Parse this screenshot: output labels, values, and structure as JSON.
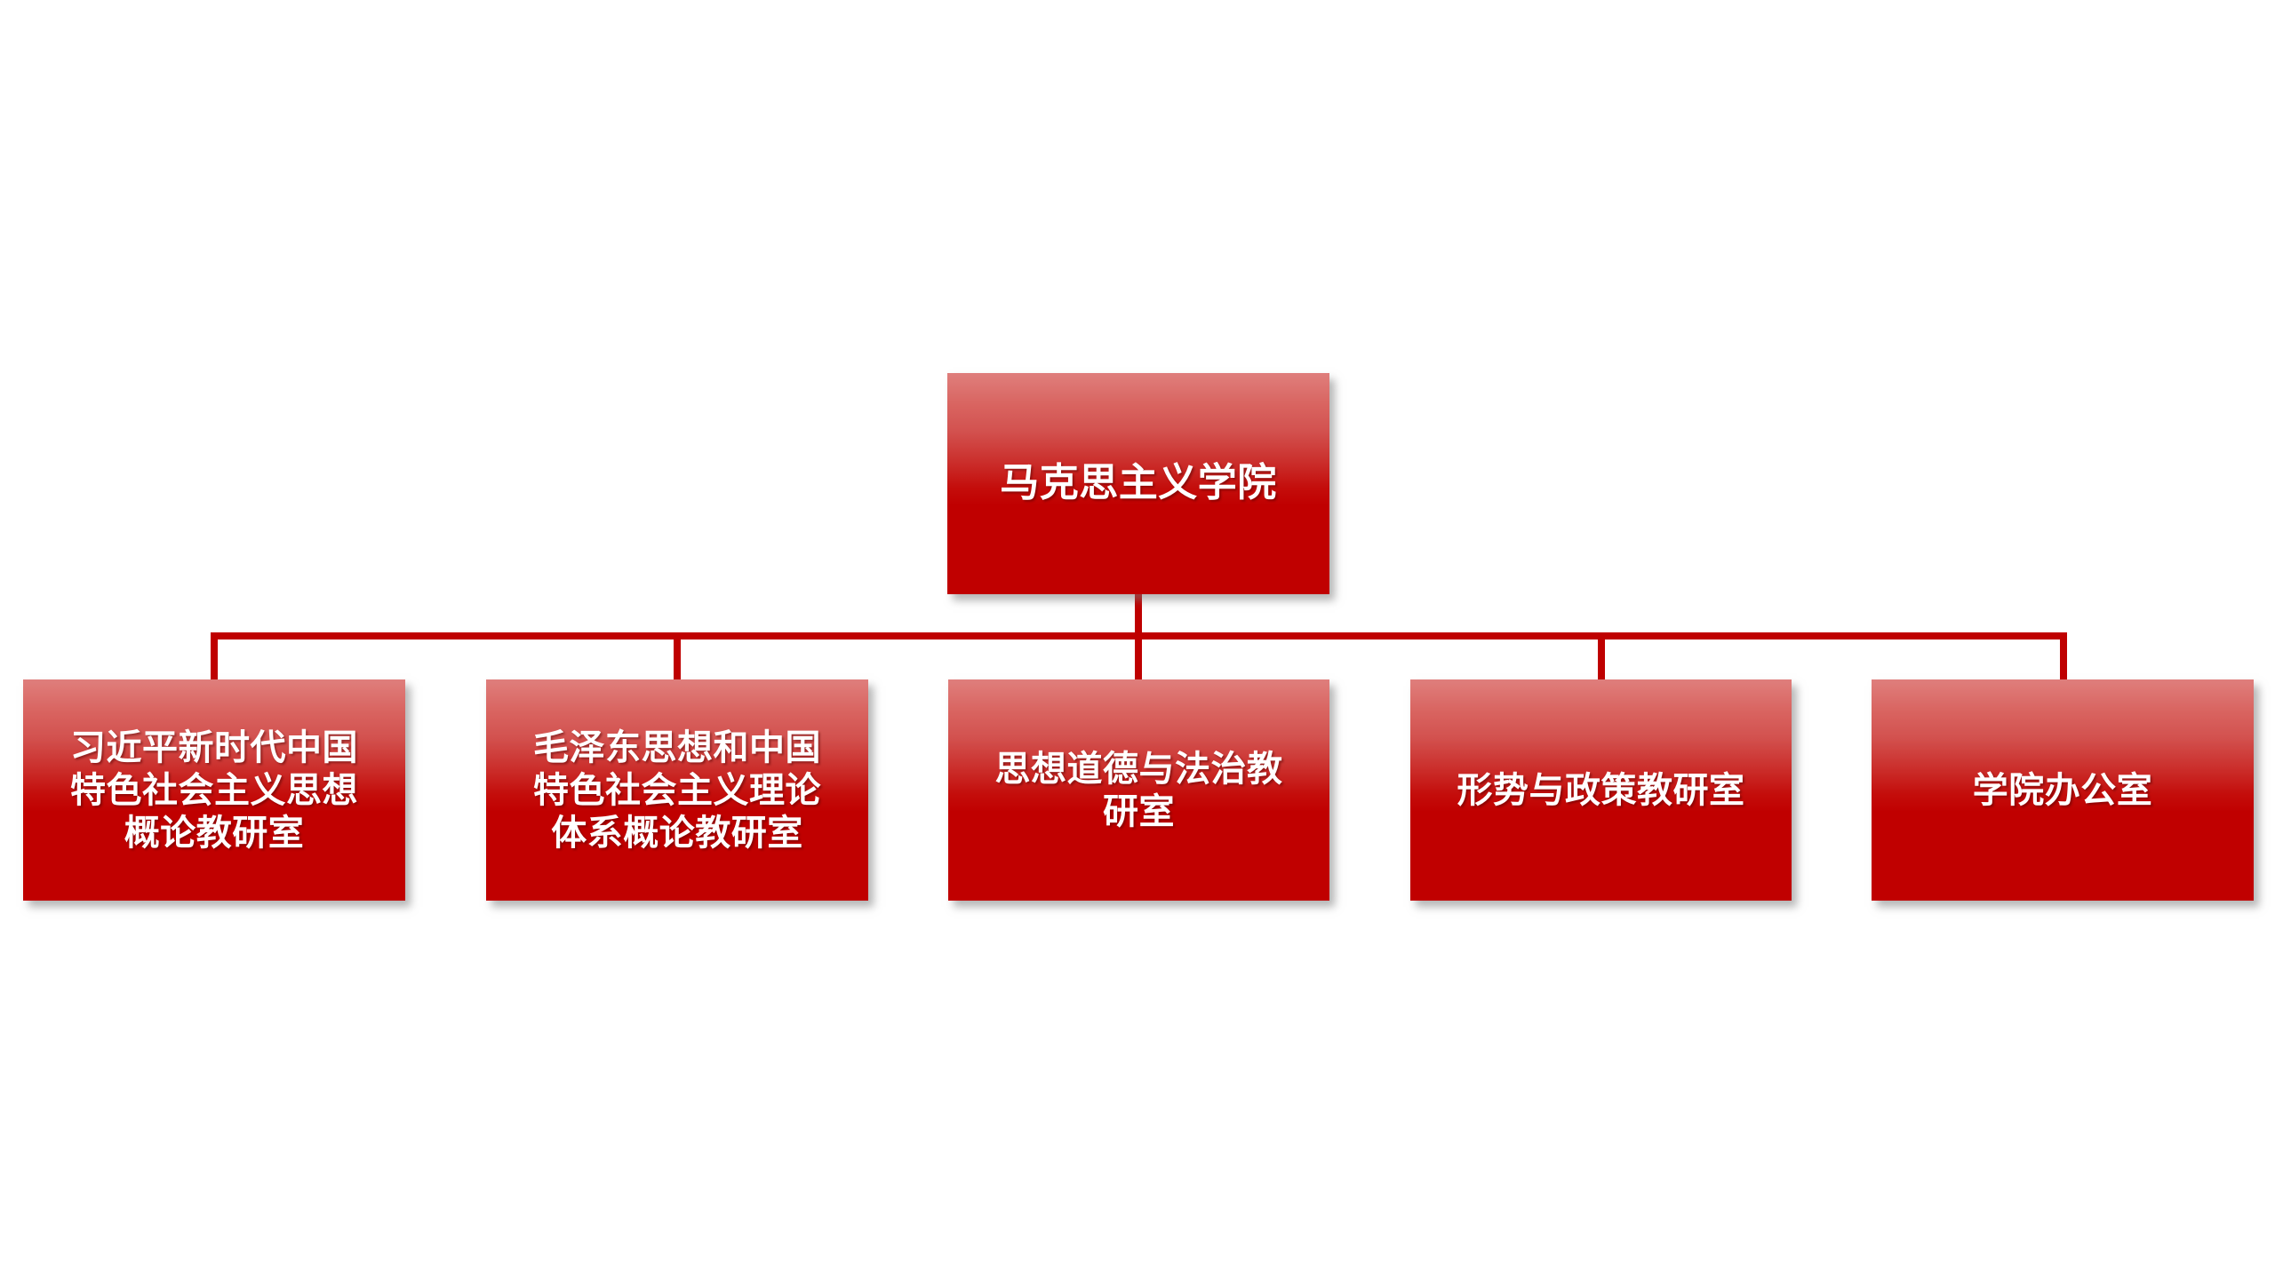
{
  "diagram": {
    "type": "organization-chart",
    "orientation": "top-down",
    "levels": 2,
    "colors": {
      "node_fill_top": "#d96663",
      "node_fill_bottom": "#c00000",
      "connector": "#bf0000",
      "label_text": "#ffffff",
      "background": "#ffffff"
    },
    "root": {
      "label": "马克思主义学院"
    },
    "children": [
      {
        "label": "习近平新时代中国\n特色社会主义思想\n概论教研室"
      },
      {
        "label": "毛泽东思想和中国\n特色社会主义理论\n体系概论教研室"
      },
      {
        "label": "思想道德与法治教\n研室"
      },
      {
        "label": "形势与政策教研室"
      },
      {
        "label": "学院办公室"
      }
    ]
  }
}
